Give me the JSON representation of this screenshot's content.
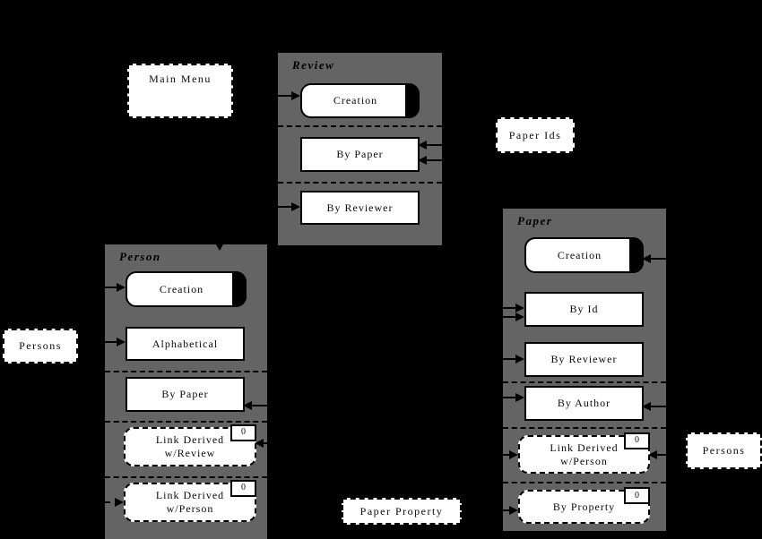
{
  "colors": {
    "background": "#000000",
    "panel_gray": "#646464",
    "box_fill": "#ffffff",
    "line": "#000000"
  },
  "floating": {
    "main_menu": {
      "label": "Main Menu"
    },
    "paper_ids": {
      "label": "Paper Ids"
    },
    "persons_left": {
      "label": "Persons"
    },
    "persons_right": {
      "label": "Persons"
    },
    "paper_property": {
      "label": "Paper Property"
    }
  },
  "badge_zero": "0",
  "panels": {
    "review": {
      "label": "Review",
      "items": {
        "creation": "Creation",
        "by_paper": "By Paper",
        "by_reviewer": "By Reviewer"
      }
    },
    "person": {
      "label": "Person",
      "items": {
        "creation": "Creation",
        "alphabetical": "Alphabetical",
        "by_paper": "By Paper",
        "link_review_line1": "Link Derived",
        "link_review_line2": "w/Review",
        "link_person_line1": "Link Derived",
        "link_person_line2": "w/Person"
      }
    },
    "paper": {
      "label": "Paper",
      "items": {
        "creation": "Creation",
        "by_id": "By Id",
        "by_reviewer": "By Reviewer",
        "by_author": "By Author",
        "link_person_line1": "Link Derived",
        "link_person_line2": "w/Person",
        "by_property": "By Property"
      }
    }
  }
}
